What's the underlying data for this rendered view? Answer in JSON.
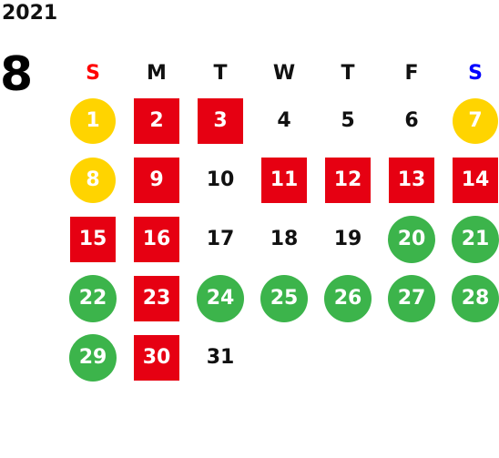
{
  "year": "2021",
  "month": "8",
  "weekdays": [
    {
      "label": "S",
      "color": "#ff0000"
    },
    {
      "label": "M",
      "color": "#111111"
    },
    {
      "label": "T",
      "color": "#111111"
    },
    {
      "label": "W",
      "color": "#111111"
    },
    {
      "label": "T",
      "color": "#111111"
    },
    {
      "label": "F",
      "color": "#111111"
    },
    {
      "label": "S",
      "color": "#0000ff"
    }
  ],
  "colors": {
    "red": "#e60012",
    "yellow": "#ffd400",
    "green": "#3cb44b"
  },
  "weeks": [
    [
      {
        "day": "1",
        "style": "yellow"
      },
      {
        "day": "2",
        "style": "red"
      },
      {
        "day": "3",
        "style": "red"
      },
      {
        "day": "4",
        "style": "plain"
      },
      {
        "day": "5",
        "style": "plain"
      },
      {
        "day": "6",
        "style": "plain"
      },
      {
        "day": "7",
        "style": "yellow"
      }
    ],
    [
      {
        "day": "8",
        "style": "yellow"
      },
      {
        "day": "9",
        "style": "red"
      },
      {
        "day": "10",
        "style": "plain"
      },
      {
        "day": "11",
        "style": "red"
      },
      {
        "day": "12",
        "style": "red"
      },
      {
        "day": "13",
        "style": "red"
      },
      {
        "day": "14",
        "style": "red"
      }
    ],
    [
      {
        "day": "15",
        "style": "red"
      },
      {
        "day": "16",
        "style": "red"
      },
      {
        "day": "17",
        "style": "plain"
      },
      {
        "day": "18",
        "style": "plain"
      },
      {
        "day": "19",
        "style": "plain"
      },
      {
        "day": "20",
        "style": "green"
      },
      {
        "day": "21",
        "style": "green"
      }
    ],
    [
      {
        "day": "22",
        "style": "green"
      },
      {
        "day": "23",
        "style": "red"
      },
      {
        "day": "24",
        "style": "green"
      },
      {
        "day": "25",
        "style": "green"
      },
      {
        "day": "26",
        "style": "green"
      },
      {
        "day": "27",
        "style": "green"
      },
      {
        "day": "28",
        "style": "green"
      }
    ],
    [
      {
        "day": "29",
        "style": "green"
      },
      {
        "day": "30",
        "style": "red"
      },
      {
        "day": "31",
        "style": "plain"
      }
    ]
  ]
}
